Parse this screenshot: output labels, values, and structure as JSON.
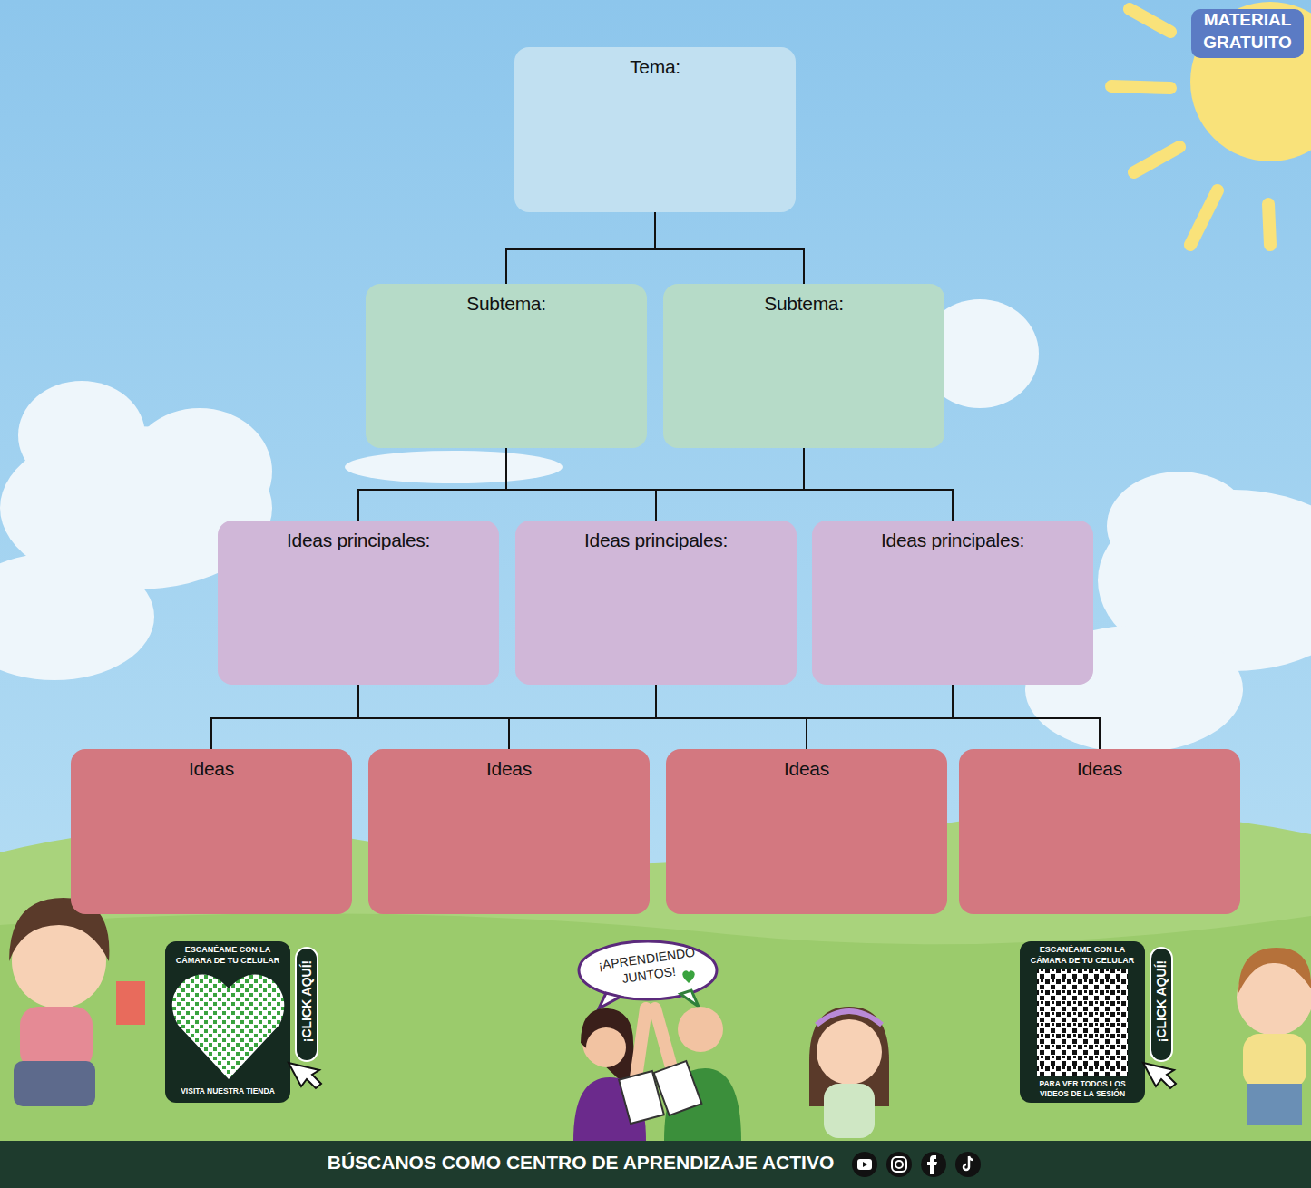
{
  "diagram": {
    "nodes": [
      {
        "text": [
          "Tema:"
        ]
      },
      {
        "text": [
          "Subtema:"
        ]
      },
      {
        "text": [
          "Subtema:"
        ]
      },
      {
        "text": [
          "Ideas principales:"
        ]
      },
      {
        "text": [
          "Ideas principales:"
        ]
      },
      {
        "text": [
          "Ideas principales:"
        ]
      },
      {
        "text": [
          "Ideas"
        ]
      },
      {
        "text": [
          "Ideas"
        ]
      },
      {
        "text": [
          "Ideas"
        ]
      },
      {
        "text": [
          "Ideas"
        ]
      }
    ],
    "edges": [
      {
        "from": 0,
        "to": 1,
        "arrow": "none"
      },
      {
        "from": 0,
        "to": 2,
        "arrow": "none"
      },
      {
        "from": 1,
        "to": 3,
        "arrow": "none"
      },
      {
        "from": 1,
        "to": 4,
        "arrow": "none"
      },
      {
        "from": 1,
        "to": 5,
        "arrow": "none"
      },
      {
        "from": 2,
        "to": 3,
        "arrow": "none"
      },
      {
        "from": 2,
        "to": 4,
        "arrow": "none"
      },
      {
        "from": 2,
        "to": 5,
        "arrow": "none"
      },
      {
        "from": 3,
        "to": 6,
        "arrow": "none"
      },
      {
        "from": 3,
        "to": 7,
        "arrow": "none"
      },
      {
        "from": 3,
        "to": 8,
        "arrow": "none"
      },
      {
        "from": 3,
        "to": 9,
        "arrow": "none"
      },
      {
        "from": 4,
        "to": 6,
        "arrow": "none"
      },
      {
        "from": 4,
        "to": 7,
        "arrow": "none"
      },
      {
        "from": 4,
        "to": 8,
        "arrow": "none"
      },
      {
        "from": 4,
        "to": 9,
        "arrow": "none"
      },
      {
        "from": 5,
        "to": 6,
        "arrow": "none"
      },
      {
        "from": 5,
        "to": 7,
        "arrow": "none"
      },
      {
        "from": 5,
        "to": 8,
        "arrow": "none"
      },
      {
        "from": 5,
        "to": 9,
        "arrow": "none"
      }
    ],
    "labels": [
      "MATERIAL GRATUITO",
      "ESCANÉAME CON LA CÁMARA DE TU CELULAR",
      "¡CLICK AQUÍ!",
      "VISITA NUESTRA TIENDA",
      "¡APRENDIENDO JUNTOS!",
      "ESCANÉAME CON LA CÁMARA DE TU CELULAR",
      "¡CLICK AQUÍ!",
      "PARA VER TODOS LOS VIDEOS DE LA SESIÓN",
      "BÚSCANOS COMO CENTRO DE APRENDIZAJE ACTIVO"
    ]
  }
}
